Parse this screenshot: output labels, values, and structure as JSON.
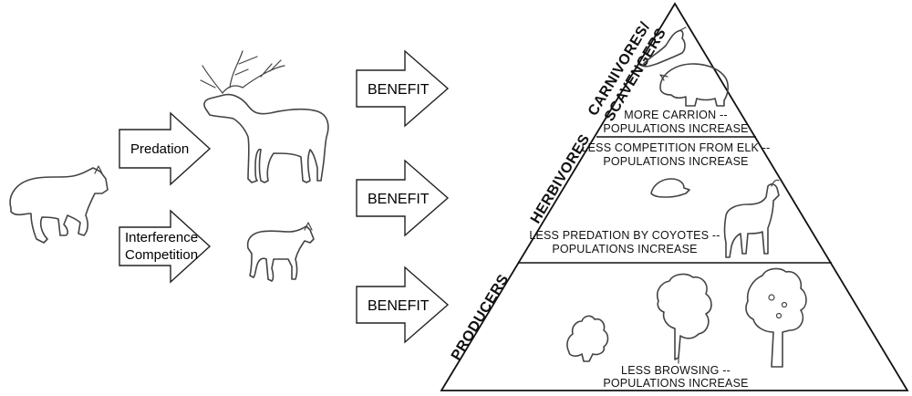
{
  "arrows": {
    "predation": "Predation",
    "interference_1": "Interference",
    "interference_2": "Competition",
    "benefit_top": "BENEFIT",
    "benefit_mid": "BENEFIT",
    "benefit_bottom": "BENEFIT"
  },
  "pyramid": {
    "top": {
      "title_1": "CARNIVORES/",
      "title_2": "SCAVENGERS",
      "note_1": "MORE CARRION --",
      "note_2": "POPULATIONS INCREASE"
    },
    "middle": {
      "title": "HERBIVORES",
      "note_top_1": "LESS COMPETITION FROM ELK --",
      "note_top_2": "POPULATIONS INCREASE",
      "note_bottom_1": "LESS PREDATION BY COYOTES --",
      "note_bottom_2": "POPULATIONS INCREASE"
    },
    "bottom": {
      "title": "PRODUCERS",
      "note_1": "LESS BROWSING --",
      "note_2": "POPULATIONS INCREASE"
    }
  },
  "icons": {
    "wolf": "wolf-icon",
    "elk": "elk-icon",
    "coyote": "coyote-icon",
    "eagle": "eagle-icon",
    "bear": "bear-icon",
    "beaver": "beaver-icon",
    "pronghorn": "pronghorn-icon",
    "shrub": "shrub-icon",
    "aspen": "aspen-tree-icon",
    "cottonwood": "cottonwood-tree-icon"
  }
}
